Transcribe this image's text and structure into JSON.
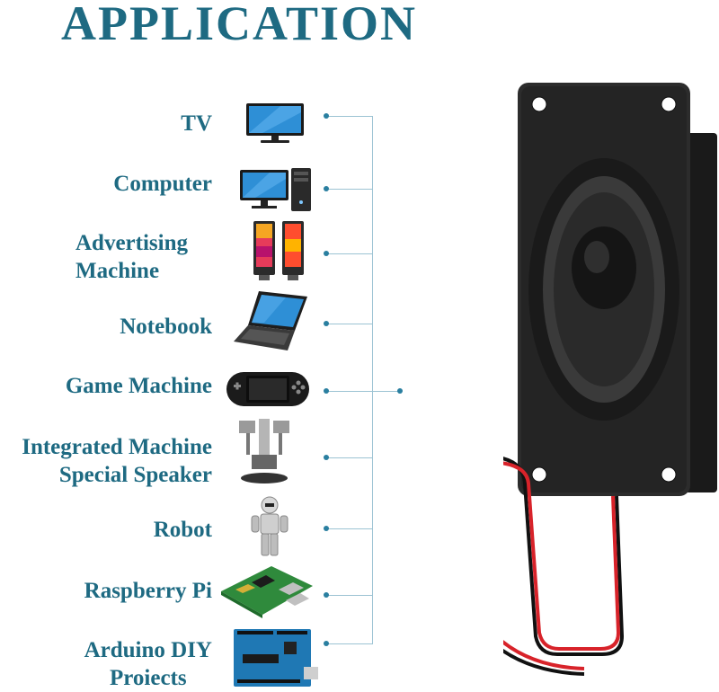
{
  "title": "APPLICATION",
  "items": [
    {
      "label": "TV",
      "icon": "tv-icon"
    },
    {
      "label": "Computer",
      "icon": "computer-icon"
    },
    {
      "label": "Advertising\nMachine",
      "icon": "advertising-machine-icon"
    },
    {
      "label": "Notebook",
      "icon": "notebook-icon"
    },
    {
      "label": "Game Machine",
      "icon": "game-machine-icon"
    },
    {
      "label": "Integrated Machine\nSpecial Speaker",
      "icon": "integrated-machine-icon"
    },
    {
      "label": "Robot",
      "icon": "robot-icon"
    },
    {
      "label": "Raspberry Pi",
      "icon": "raspberry-pi-icon"
    },
    {
      "label": "Arduino DIY\nProiects",
      "icon": "arduino-board-icon"
    }
  ],
  "colors": {
    "accent": "#1e6a82",
    "line": "#9cc3d3",
    "dot": "#2a7fa0"
  }
}
